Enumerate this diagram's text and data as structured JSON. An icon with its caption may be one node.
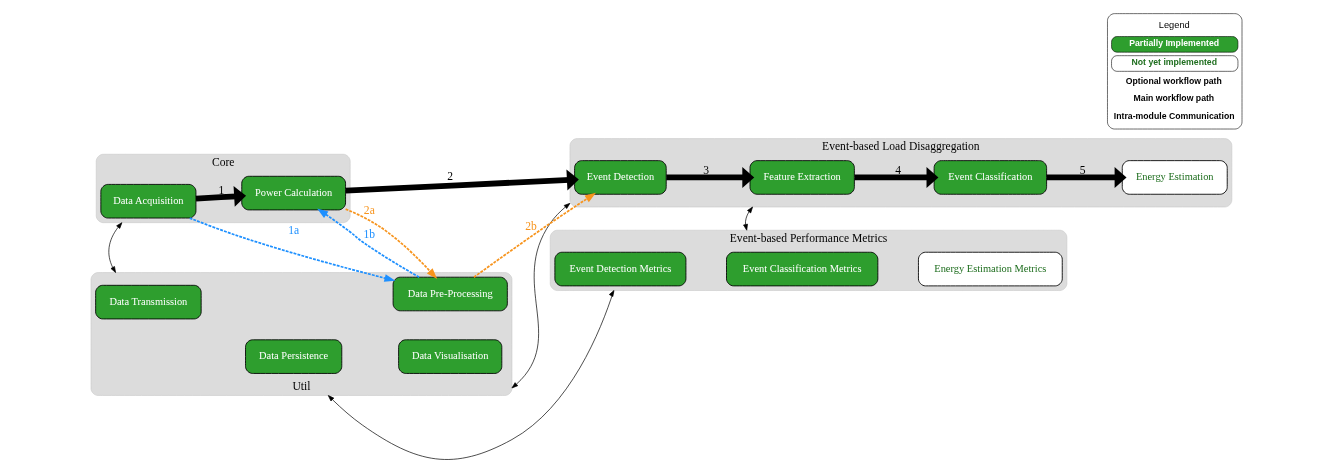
{
  "diagram": {
    "nodes": [
      {
        "text": [
          "Core"
        ]
      },
      {
        "text": [
          "Data Acquisition"
        ],
        "in": 0
      },
      {
        "text": [
          "Power Calculation"
        ],
        "in": 0
      },
      {
        "text": [
          "Event-based Load Disaggregation"
        ]
      },
      {
        "text": [
          "Event Detection"
        ],
        "in": 3
      },
      {
        "text": [
          "Feature Extraction"
        ],
        "in": 3
      },
      {
        "text": [
          "Event Classification"
        ],
        "in": 3
      },
      {
        "text": [
          "Energy Estimation"
        ],
        "in": 3
      },
      {
        "text": [
          "Util"
        ]
      },
      {
        "text": [
          "Data Pre-Processing"
        ],
        "in": 8
      },
      {
        "text": [
          "Data Transmission"
        ],
        "in": 8
      },
      {
        "text": [
          "Data Visualisation"
        ],
        "in": 8
      },
      {
        "text": [
          "Data Persistence"
        ],
        "in": 8
      },
      {
        "text": [
          "Event-based Performance Metrics"
        ]
      },
      {
        "text": [
          "Event Detection Metrics"
        ],
        "in": 13
      },
      {
        "text": [
          "Event Classification Metrics"
        ],
        "in": 13
      },
      {
        "text": [
          "Energy Estimation Metrics"
        ],
        "in": 13
      }
    ],
    "edges": [
      {
        "from": 1,
        "to": 2,
        "arrow": "to",
        "label": "1",
        "style": "thick"
      },
      {
        "from": 2,
        "to": 4,
        "arrow": "to",
        "label": "2",
        "style": "thick"
      },
      {
        "from": 4,
        "to": 5,
        "arrow": "to",
        "label": "3",
        "style": "thick"
      },
      {
        "from": 5,
        "to": 6,
        "arrow": "to",
        "label": "4",
        "style": "thick"
      },
      {
        "from": 6,
        "to": 7,
        "arrow": "to",
        "label": "5",
        "style": "thick"
      },
      {
        "from": 1,
        "to": 9,
        "arrow": "to",
        "label": "1a",
        "style": "dashed",
        "color": "#1e90ff"
      },
      {
        "from": 9,
        "to": 2,
        "arrow": "to",
        "label": "1b",
        "style": "dashed",
        "color": "#1e90ff"
      },
      {
        "from": 2,
        "to": 9,
        "arrow": "to",
        "label": "2a",
        "style": "dashed",
        "color": "#f7941d"
      },
      {
        "from": 9,
        "to": 4,
        "arrow": "to",
        "label": "2b",
        "style": "dashed",
        "color": "#f7941d"
      },
      {
        "from": 0,
        "to": 8,
        "arrow": "both"
      },
      {
        "from": 3,
        "to": 8,
        "arrow": "both"
      },
      {
        "from": 3,
        "to": 13,
        "arrow": "both"
      },
      {
        "from": 8,
        "to": 13,
        "arrow": "both"
      }
    ],
    "labels": [
      "Legend"
    ],
    "legend": [
      {
        "text": "Partially Implemented",
        "color": "#2e9e2e"
      },
      {
        "text": "Not yet implemented",
        "color": "#ffffff"
      },
      {
        "text": "Optional workflow path"
      },
      {
        "text": "Main workflow path"
      },
      {
        "text": "Intra-module Communication"
      }
    ]
  }
}
